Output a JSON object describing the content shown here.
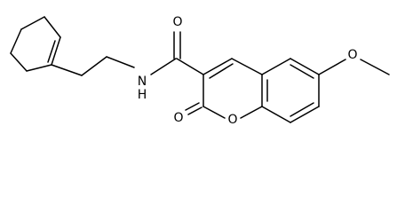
{
  "diagram": {
    "type": "chemical-structure",
    "atoms": {
      "nitrogen_label": "N",
      "hydrogen_label": "H",
      "amide_oxygen_label": "O",
      "lactone_carbonyl_oxygen_label": "O",
      "ring_oxygen_label": "O",
      "methoxy_oxygen_label": "O"
    }
  }
}
